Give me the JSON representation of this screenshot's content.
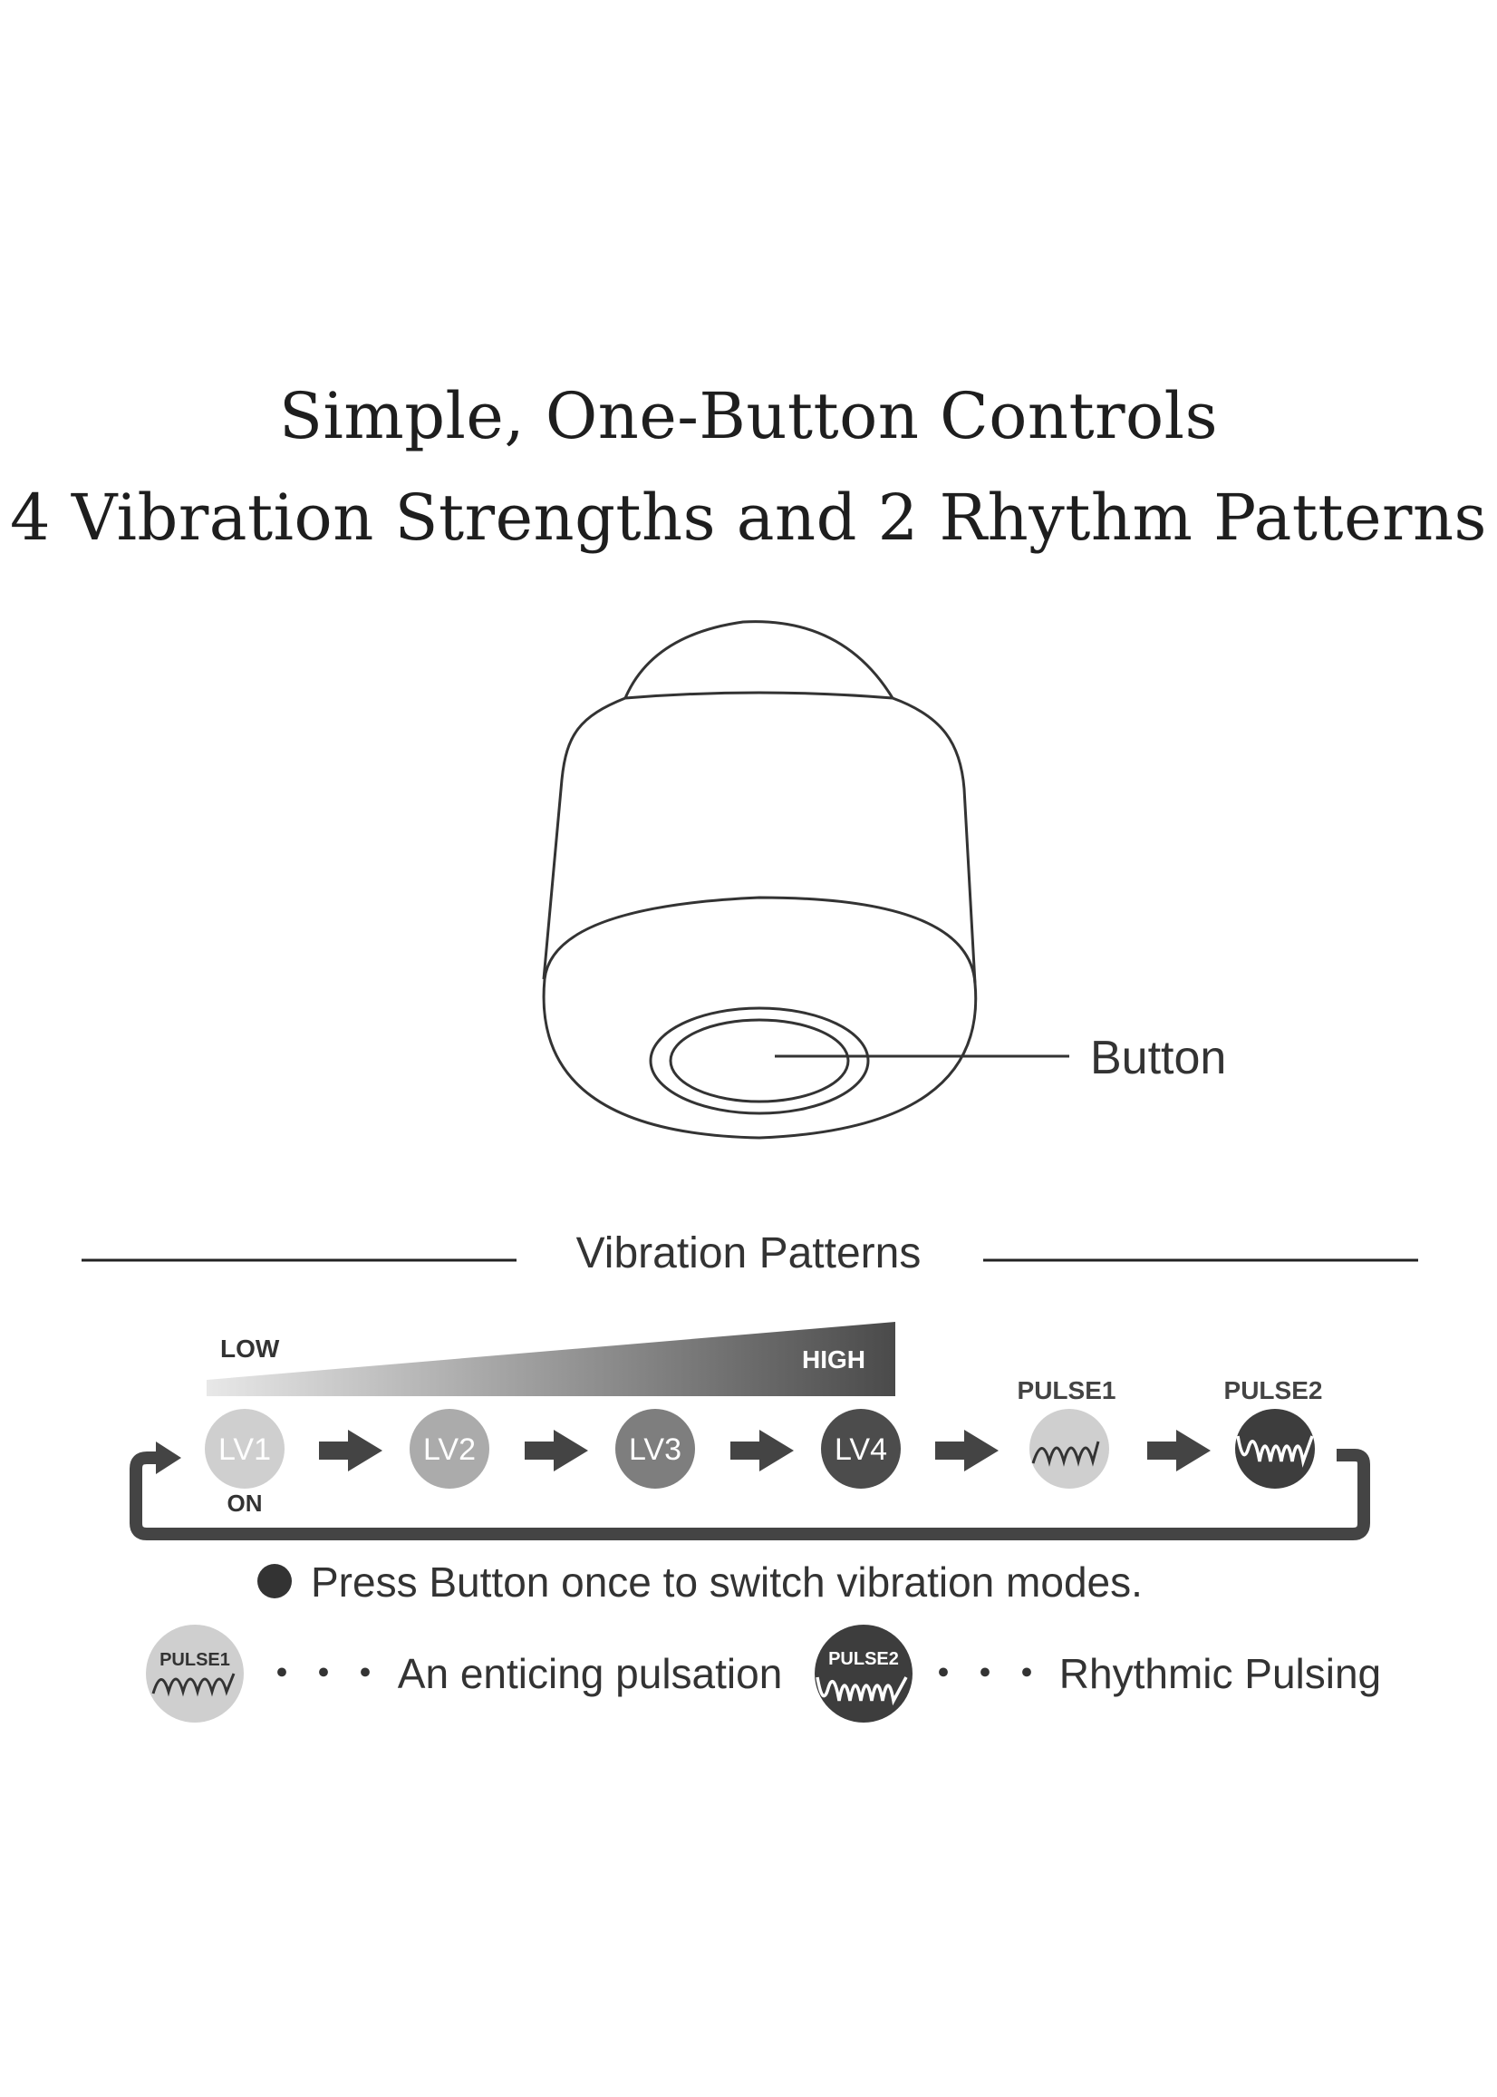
{
  "title": {
    "line1": "Simple, One-Button Controls",
    "line2": "4 Vibration Strengths and 2 Rhythm Patterns"
  },
  "device": {
    "button_label": "Button"
  },
  "patterns": {
    "heading": "Vibration Patterns",
    "gradient_low": "LOW",
    "gradient_high": "HIGH",
    "on_label": "ON",
    "pulse1_caption": "PULSE1",
    "pulse2_caption": "PULSE2",
    "modes": [
      {
        "label": "LV1",
        "color": "#cfcfcf"
      },
      {
        "label": "LV2",
        "color": "#ababab"
      },
      {
        "label": "LV3",
        "color": "#7e7e7e"
      },
      {
        "label": "LV4",
        "color": "#4c4c4c"
      },
      {
        "label": "",
        "color": "#cfcfcf",
        "icon": "wave-pulse1-icon"
      },
      {
        "label": "",
        "color": "#3d3d3d",
        "icon": "wave-pulse2-icon"
      }
    ],
    "instruction": "Press Button once to switch vibration modes."
  },
  "legend": {
    "pulse1_badge": "PULSE1",
    "pulse1_desc": "・・・ An enticing pulsation",
    "pulse2_badge": "PULSE2",
    "pulse2_desc": "・・・ Rhythmic Pulsing"
  }
}
